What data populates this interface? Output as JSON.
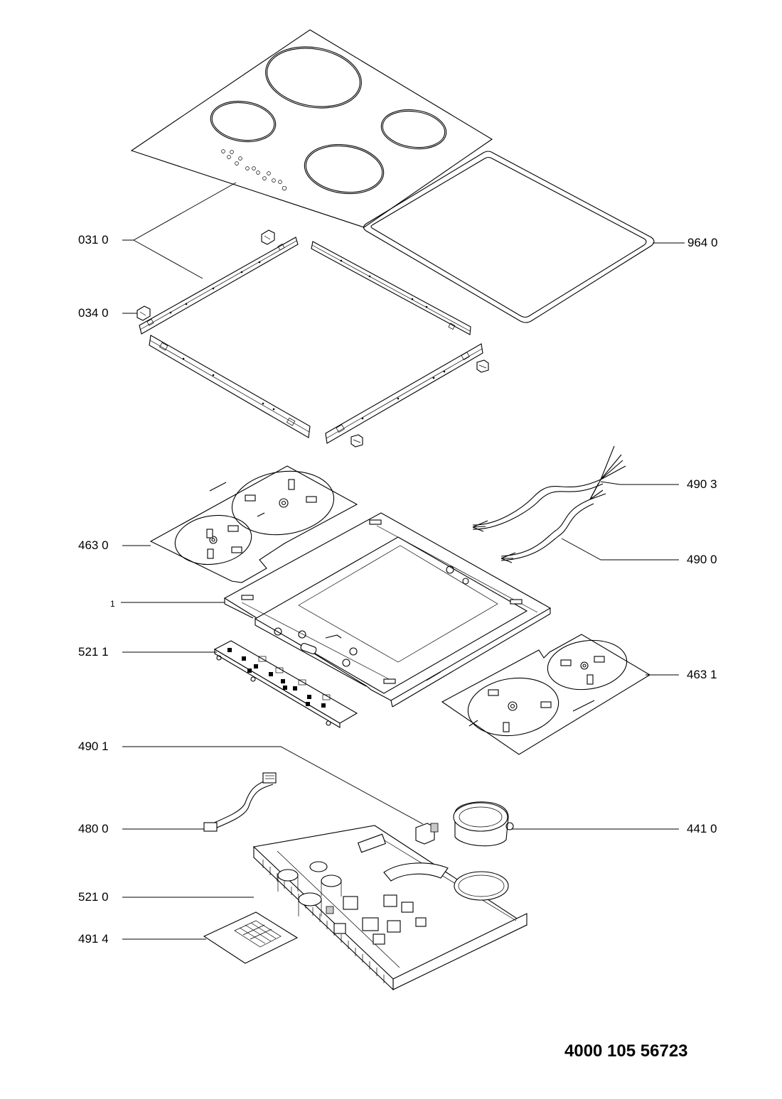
{
  "document_number": "4000 105 56723",
  "part_labels": [
    {
      "id": "031",
      "text": "031 0"
    },
    {
      "id": "034",
      "text": "034 0"
    },
    {
      "id": "964",
      "text": "964 0"
    },
    {
      "id": "4903",
      "text": "490 3"
    },
    {
      "id": "4630",
      "text": "463 0"
    },
    {
      "id": "4900",
      "text": "490 0"
    },
    {
      "id": "one",
      "text": "1"
    },
    {
      "id": "5211",
      "text": "521 1"
    },
    {
      "id": "4631",
      "text": "463 1"
    },
    {
      "id": "4901",
      "text": "490 1"
    },
    {
      "id": "4800",
      "text": "480 0"
    },
    {
      "id": "4410",
      "text": "441 0"
    },
    {
      "id": "5210",
      "text": "521 0"
    },
    {
      "id": "4914",
      "text": "491 4"
    }
  ]
}
